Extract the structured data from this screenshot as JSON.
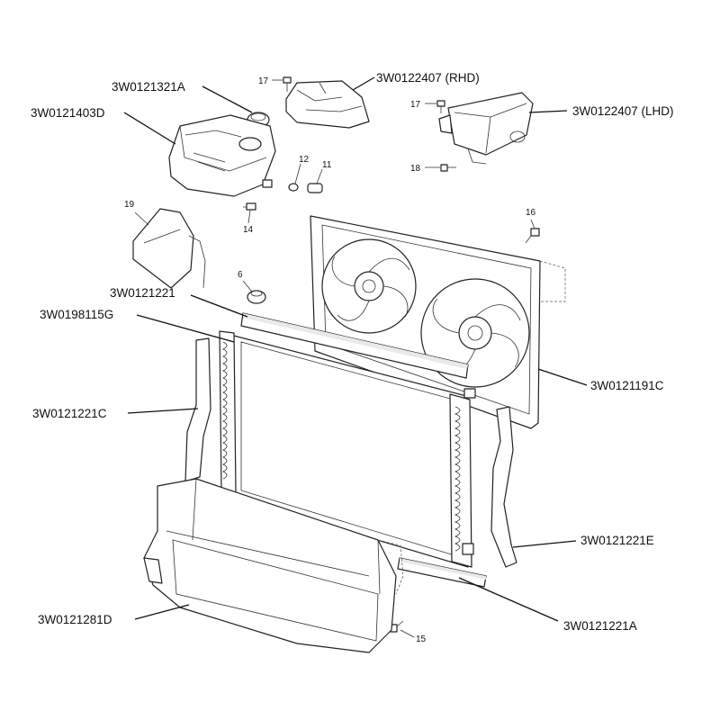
{
  "labels": {
    "expansion_cap": "3W0121321A",
    "expansion_tank": "3W0121403D",
    "tank_rhd": "3W0122407 (RHD)",
    "tank_lhd": "3W0122407 (LHD)",
    "seal_upper": "3W0121221",
    "seal_side": "3W0198115G",
    "fan_assembly": "3W0121191C",
    "seal_left": "3W0121221C",
    "seal_right": "3W0121221E",
    "seal_lower": "3W0121221A",
    "air_duct": "3W0121281D"
  },
  "callouts": {
    "n17a": "17",
    "n17b": "17",
    "n18": "18",
    "n12": "12",
    "n11": "11",
    "n14": "14",
    "n19": "19",
    "n16": "16",
    "n6": "6",
    "n15": "15"
  }
}
